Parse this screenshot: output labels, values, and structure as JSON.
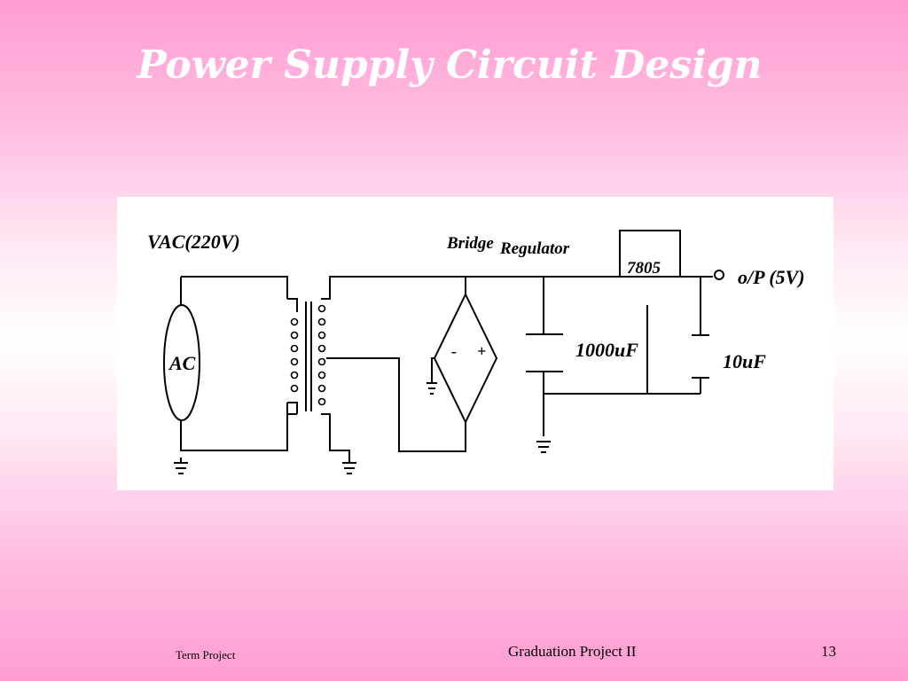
{
  "slide": {
    "title": "Power Supply Circuit Design"
  },
  "diagram": {
    "labels": {
      "source": "VAC(220V)",
      "bridge": "Bridge",
      "regulator": "Regulator",
      "ic": "7805",
      "output": "o/P (5V)",
      "cap1": "1000uF",
      "cap2": "10uF",
      "ac": "AC",
      "minus": "-",
      "plus": "+"
    }
  },
  "footer": {
    "left": "Term Project",
    "center": "Graduation Project II",
    "page": "13"
  }
}
